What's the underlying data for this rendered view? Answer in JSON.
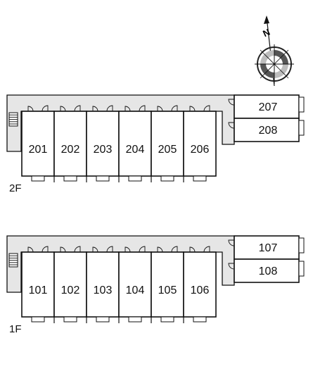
{
  "compass": {
    "north_label": "N"
  },
  "floors": [
    {
      "label": "2F",
      "row_units": [
        "201",
        "202",
        "203",
        "204",
        "205",
        "206"
      ],
      "side_units": [
        "207",
        "208"
      ]
    },
    {
      "label": "1F",
      "row_units": [
        "101",
        "102",
        "103",
        "104",
        "105",
        "106"
      ],
      "side_units": [
        "107",
        "108"
      ]
    }
  ],
  "colors": {
    "line": "#111111",
    "corridor": "#e6e6e6",
    "background": "#ffffff"
  }
}
